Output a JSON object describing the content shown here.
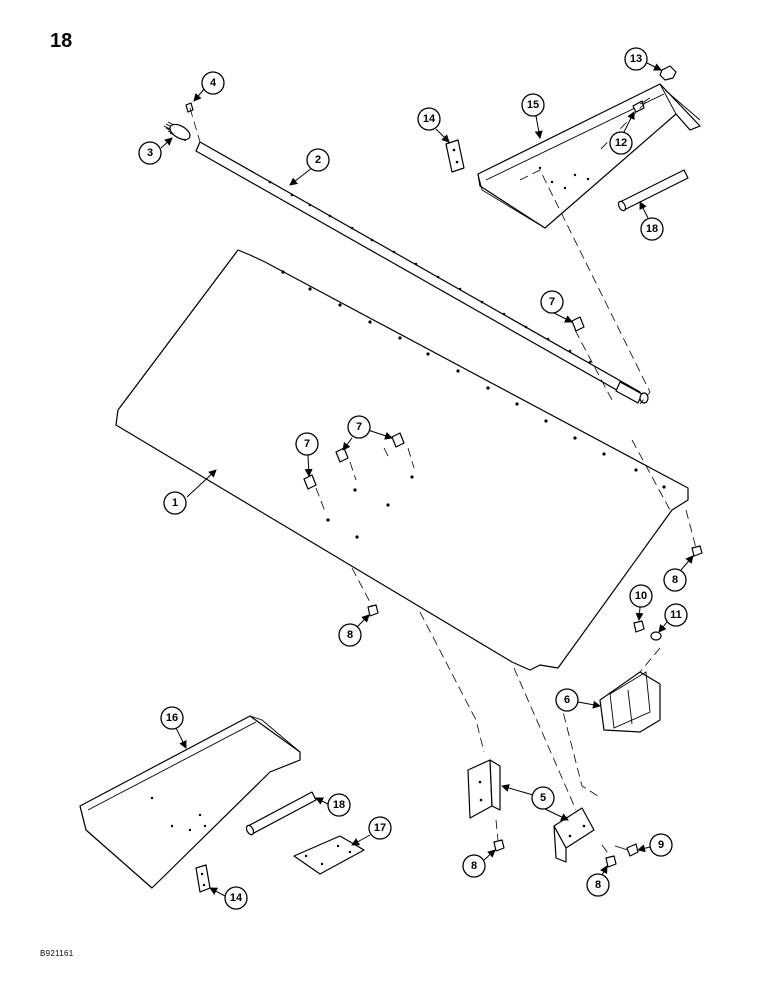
{
  "page": {
    "number": "18",
    "figure_code": "B921161"
  },
  "callouts": [
    "1",
    "2",
    "3",
    "4",
    "5",
    "6",
    "7",
    "8",
    "9",
    "10",
    "11",
    "12",
    "13",
    "14",
    "15",
    "16",
    "17",
    "18"
  ]
}
